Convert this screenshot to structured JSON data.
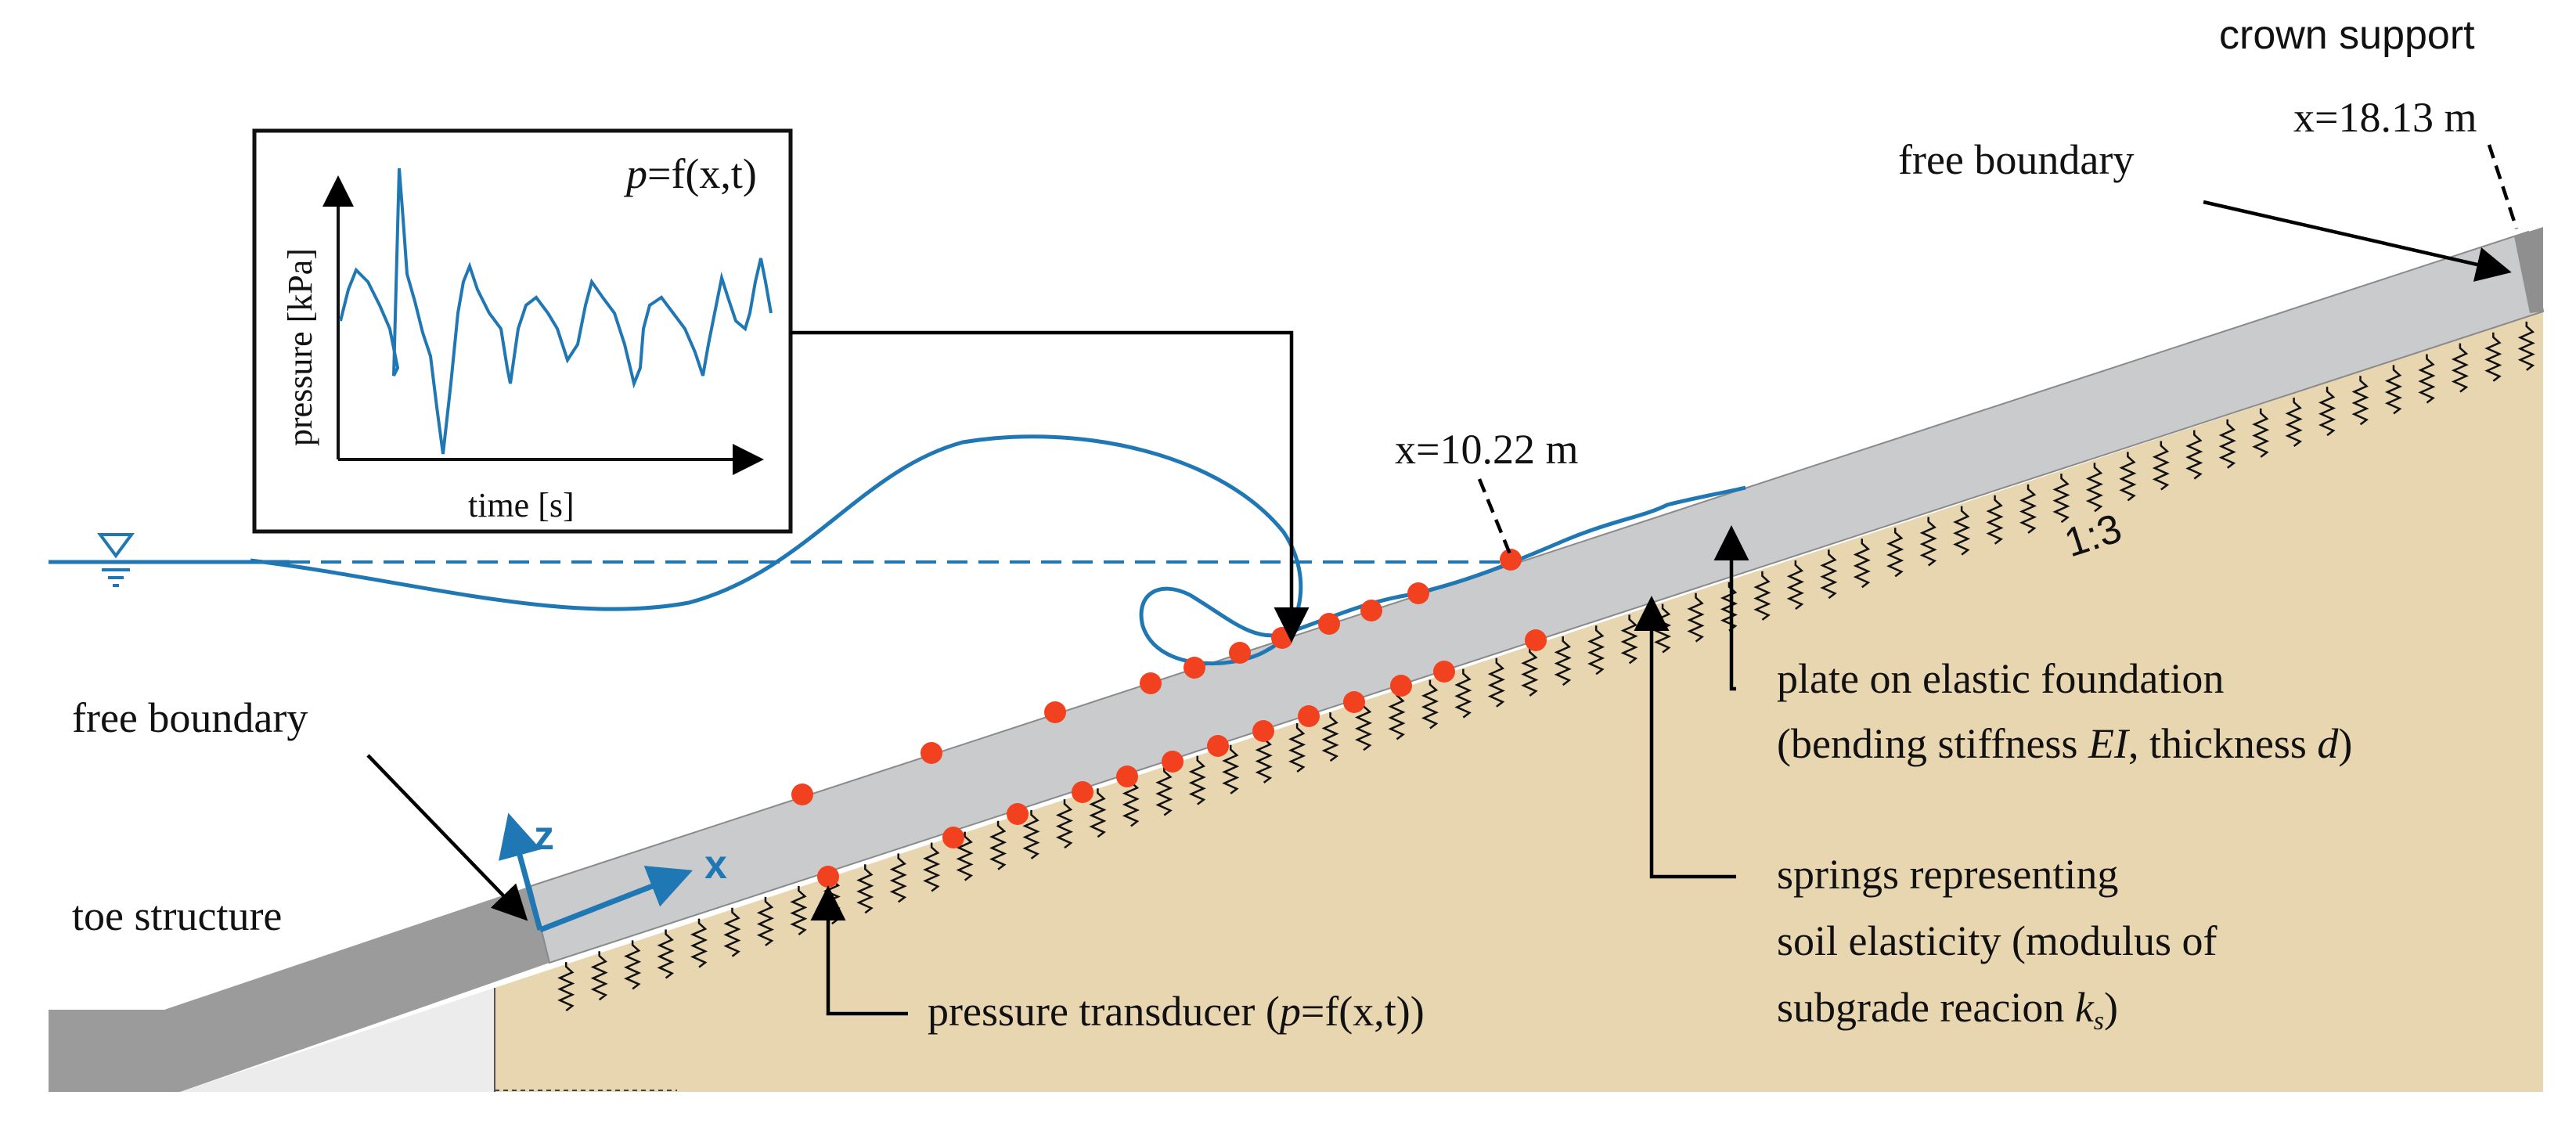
{
  "labels": {
    "crown_support": "crown support",
    "crown_x": "x=18.13 m",
    "free_boundary_top": "free boundary",
    "free_boundary_left": "free boundary",
    "toe_structure": "toe structure",
    "mid_x": "x=10.22 m",
    "slope": "1:3",
    "plate_line1": "plate on elastic foundation",
    "plate_line2_pre": "(bending stiffness ",
    "plate_line2_ei": "EI",
    "plate_line2_mid": ", thickness ",
    "plate_line2_d": "d",
    "plate_line2_post": ")",
    "springs_line1": "springs representing",
    "springs_line2": "soil elasticity (modulus of",
    "springs_line3_pre": "subgrade reacion ",
    "springs_line3_k": "k",
    "springs_line3_sub": "s",
    "springs_line3_post": ")",
    "transducer_pre": "pressure transducer (",
    "transducer_p": "p",
    "transducer_post": "=f(x,t))",
    "axis_x": "x",
    "axis_z": "z"
  },
  "inset": {
    "formula_p": "p",
    "formula_rest": "=f(x,t)",
    "ylabel": "pressure [kPa]",
    "xlabel": "time [s]"
  },
  "colors": {
    "blue": "#1f77b4",
    "sensor": "#f2411f",
    "plate": "#c9cbcd",
    "soil": "#e8d6b1",
    "toe": "#9a9a9a"
  }
}
